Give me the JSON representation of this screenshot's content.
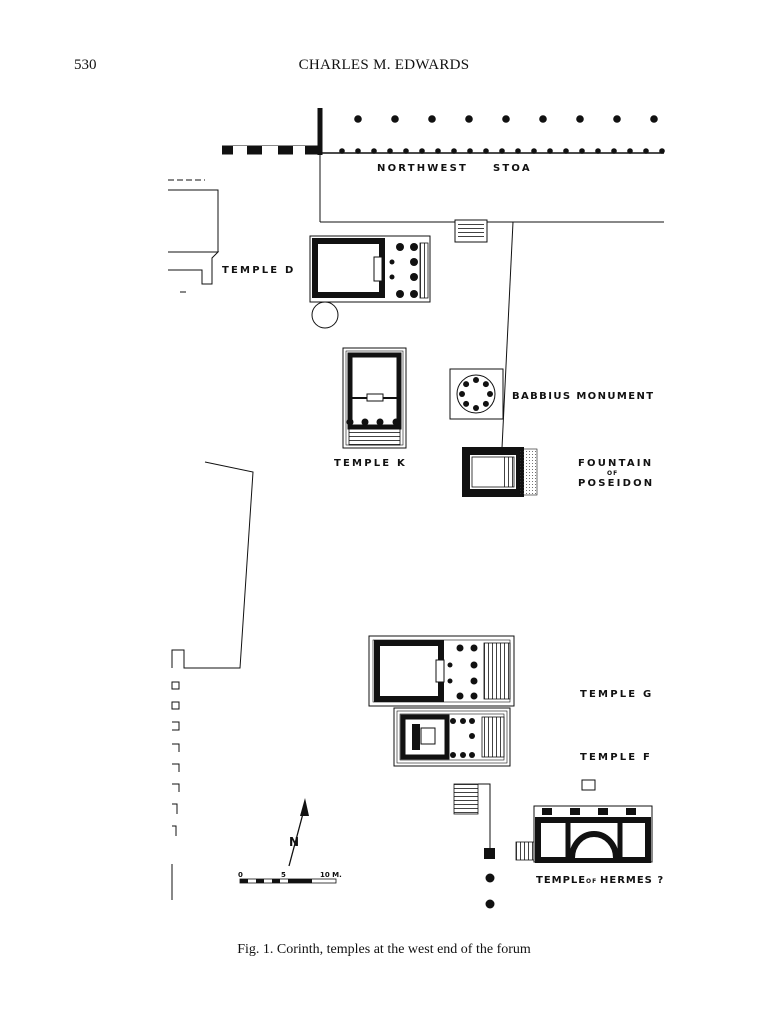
{
  "header": {
    "page_number": "530",
    "running_head": "CHARLES M. EDWARDS"
  },
  "plan": {
    "labels": {
      "northwest_stoa_1": "NORTHWEST",
      "northwest_stoa_2": "STOA",
      "temple_d": "TEMPLE D",
      "temple_k": "TEMPLE K",
      "babbius": "BABBIUS MONUMENT",
      "fountain_1": "FOUNTAIN",
      "fountain_of": "OF",
      "fountain_2": "POSEIDON",
      "temple_g": "TEMPLE G",
      "temple_f": "TEMPLE F",
      "hermes_1": "TEMPLE",
      "hermes_of": "OF",
      "hermes_2": "HERMES ?",
      "north_arrow": "N"
    },
    "scale_bar": {
      "tick_0": "0",
      "tick_5": "5",
      "tick_10": "10 M."
    }
  },
  "caption": {
    "prefix": "Fig. 1.",
    "text": " Corinth, temples at the west end of the forum"
  }
}
